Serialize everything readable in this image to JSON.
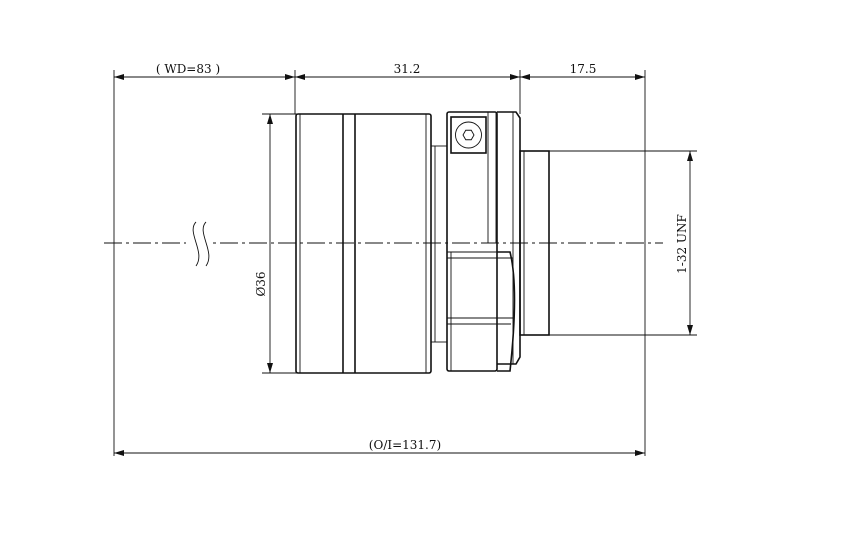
{
  "dimensions": {
    "working_distance": "( WD=83 )",
    "body_length": "31.2",
    "mount_length": "17.5",
    "overall_length": "(O/I=131.7)",
    "diameter": "Ø36",
    "thread": "1-32 UNF"
  },
  "colors": {
    "line": "#111111",
    "background": "#ffffff"
  }
}
